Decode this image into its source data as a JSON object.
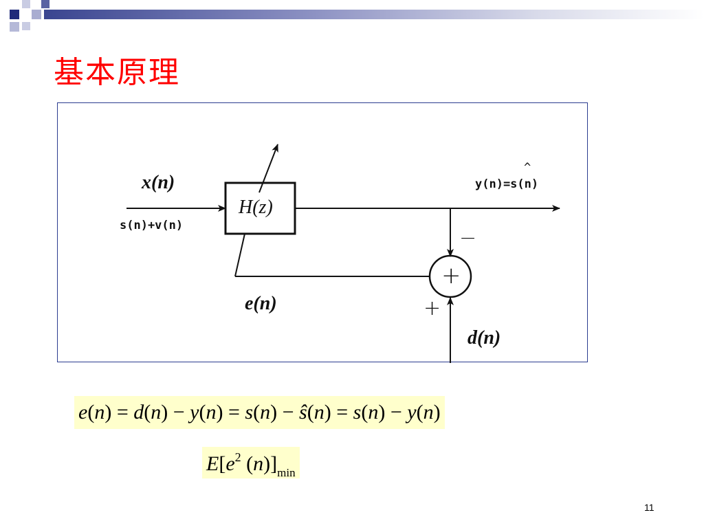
{
  "slide": {
    "title": "基本原理",
    "page_number": "11"
  },
  "diagram": {
    "input_label": "x(n)",
    "input_sublabel": "s(n)+v(n)",
    "filter_label": "H(z)",
    "output_label_top": "^",
    "output_label": "y(n)=s(n)",
    "error_label": "e(n)",
    "desired_label": "d(n)",
    "minus_sign": "−",
    "plus_sign": "+",
    "summer_symbol": "+"
  },
  "equations": {
    "error_equation": {
      "p1": "e",
      "p2": "(",
      "p3": "n",
      "p4": ") = ",
      "p5": "d",
      "p6": "(",
      "p7": "n",
      "p8": ") − ",
      "p9": "y",
      "p10": "(",
      "p11": "n",
      "p12": ") = ",
      "p13": "s",
      "p14": "(",
      "p15": "n",
      "p16": ") − ",
      "p17": "ŝ",
      "p18": "(",
      "p19": "n",
      "p20": ") = ",
      "p21": "s",
      "p22": "(",
      "p23": "n",
      "p24": ") − ",
      "p25": "y",
      "p26": "(",
      "p27": "n",
      "p28": ")"
    },
    "objective": {
      "E": "E",
      "bracket_open": "[",
      "e": "e",
      "exponent": "2",
      "paren_open": " (",
      "n": "n",
      "close": ")]",
      "subscript": "min"
    }
  },
  "colors": {
    "title": "#ff0000",
    "frame_border": "#2a3b8f",
    "equation_background": "#ffffcc",
    "deco_dark": "#1f2a7a",
    "deco_light": "#a9add1"
  }
}
